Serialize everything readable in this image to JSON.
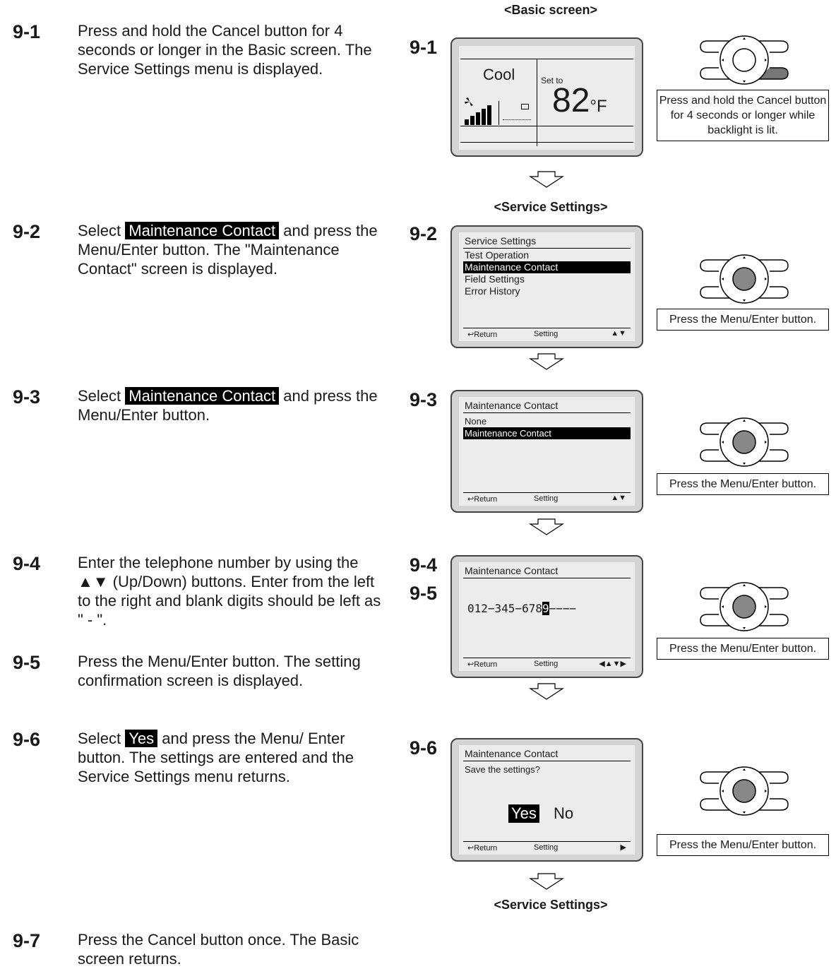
{
  "captions": {
    "basic": "<Basic screen>",
    "service1": "<Service Settings>",
    "service2": "<Service Settings>"
  },
  "steps": [
    {
      "num": "9-1",
      "text_before": "Press and hold the Cancel button for 4 seconds or longer in the Basic screen. The Service Settings menu is displayed.",
      "highlight": "",
      "text_after": ""
    },
    {
      "num": "9-2",
      "text_before": "Select ",
      "highlight": "Maintenance Contact",
      "text_after": " and press the Menu/Enter button. The \"Maintenance Contact\" screen is displayed."
    },
    {
      "num": "9-3",
      "text_before": "Select ",
      "highlight": "Maintenance Contact",
      "text_after": " and press the Menu/Enter button."
    },
    {
      "num": "9-4",
      "text_before": "Enter the telephone number by using the ",
      "symbol": "▲▼",
      "text_after": " (Up/Down) buttons. Enter from the left to the right and blank digits should be left as \" - \"."
    },
    {
      "num": "9-5",
      "text_before": "Press the Menu/Enter button. The setting confirmation screen is displayed.",
      "highlight": "",
      "text_after": ""
    },
    {
      "num": "9-6",
      "text_before": "Select ",
      "highlight": "Yes",
      "text_after": " and press the Menu/ Enter button. The settings are entered and the Service Settings menu returns."
    },
    {
      "num": "9-7",
      "text_before": "Press the Cancel button once. The Basic screen returns.",
      "highlight": "",
      "text_after": ""
    }
  ],
  "screens": {
    "s1": {
      "num": "9-1",
      "mode": "Cool",
      "set_to": "Set to",
      "temp": "82",
      "unit": "°F"
    },
    "s2": {
      "num": "9-2",
      "title": "Service Settings",
      "items": [
        "Test Operation",
        "Maintenance Contact",
        "Field Settings",
        "Error History"
      ],
      "footer_return": "Return",
      "footer_setting": "Setting"
    },
    "s3": {
      "num": "9-3",
      "title": "Maintenance Contact",
      "items": [
        "None",
        "Maintenance Contact"
      ],
      "footer_return": "Return",
      "footer_setting": "Setting"
    },
    "s4": {
      "num_a": "9-4",
      "num_b": "9-5",
      "title": "Maintenance Contact",
      "phone_prefix": "012−345−678",
      "phone_cursor": "9",
      "phone_suffix": "−−−−",
      "footer_return": "Return",
      "footer_setting": "Setting"
    },
    "s6": {
      "num": "9-6",
      "title": "Maintenance Contact",
      "question": "Save the settings?",
      "yes": "Yes",
      "no": "No",
      "footer_return": "Return",
      "footer_setting": "Setting"
    }
  },
  "notes": {
    "n1": "Press and hold the Cancel button for 4 seconds or longer while backlight is lit.",
    "n2": "Press the Menu/Enter button.",
    "n3": "Press the Menu/Enter button.",
    "n4": "Press the Menu/Enter button.",
    "n6": "Press the Menu/Enter button."
  },
  "icons": [
    "fan-icon",
    "signal-bars-icon",
    "return-icon",
    "up-down-arrow-icon",
    "left-right-arrow-icon",
    "down-arrow-icon",
    "button-pad-icon"
  ]
}
